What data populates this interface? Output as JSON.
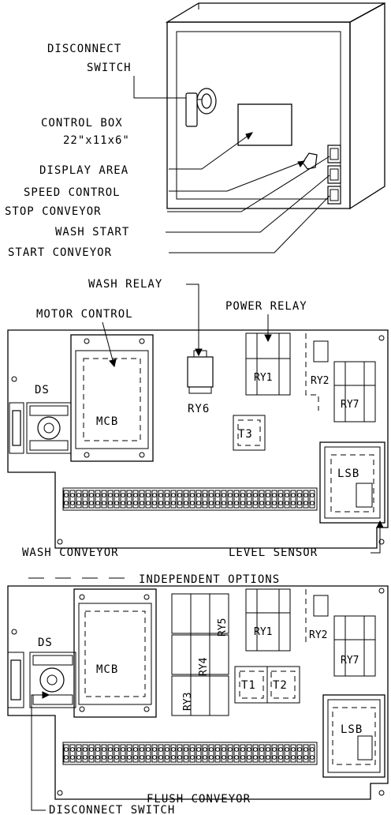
{
  "control_box": {
    "disconnect_switch_line1": "DISCONNECT",
    "disconnect_switch_line2": "SWITCH",
    "control_box_line1": "CONTROL BOX",
    "control_box_line2": "22\"x11x6\"",
    "display_area": "DISPLAY AREA",
    "speed_control": "SPEED CONTROL",
    "stop_conveyor": "STOP CONVEYOR",
    "wash_start": "WASH START",
    "start_conveyor": "START CONVEYOR"
  },
  "wash_panel": {
    "wash_relay": "WASH RELAY",
    "power_relay": "POWER RELAY",
    "motor_control": "MOTOR CONTROL",
    "ds": "DS",
    "mcb": "MCB",
    "ry6": "RY6",
    "ry1": "RY1",
    "ry2": "RY2",
    "ry7": "RY7",
    "t3": "T3",
    "lsb": "LSB",
    "wash_conveyor": "WASH CONVEYOR",
    "level_sensor": "LEVEL SENSOR"
  },
  "separator": {
    "independent_options": "INDEPENDENT OPTIONS"
  },
  "flush_panel": {
    "ds": "DS",
    "mcb": "MCB",
    "ry3": "RY3",
    "ry4": "RY4",
    "ry5": "RY5",
    "ry1": "RY1",
    "ry2": "RY2",
    "ry7": "RY7",
    "t1": "T1",
    "t2": "T2",
    "lsb": "LSB",
    "flush_conveyor": "FLUSH CONVEYOR",
    "disconnect_switch": "DISCONNECT SWITCH"
  }
}
